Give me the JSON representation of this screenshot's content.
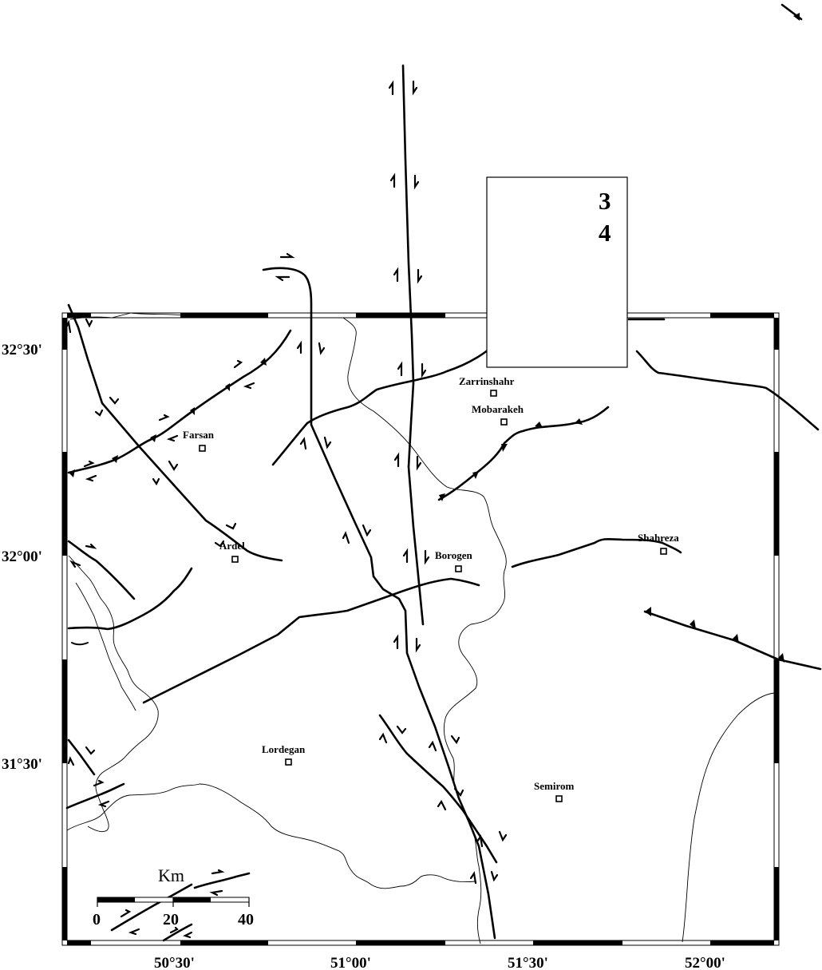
{
  "map": {
    "cities": [
      {
        "id": "zarrinshahr",
        "name": "Zarrinshahr"
      },
      {
        "id": "mobarakeh",
        "name": "Mobarakeh"
      },
      {
        "id": "farsan",
        "name": "Farsan"
      },
      {
        "id": "ardel",
        "name": "Ardel"
      },
      {
        "id": "borogen",
        "name": "Borogen"
      },
      {
        "id": "shahreza",
        "name": "Shahreza"
      },
      {
        "id": "lordegan",
        "name": "Lordegan"
      },
      {
        "id": "semirom",
        "name": "Semirom"
      }
    ],
    "latitude_labels": [
      "32°30'",
      "32°00'",
      "31°30'"
    ],
    "longitude_labels": [
      "50°30'",
      "51°00'",
      "51°30'",
      "52°00'"
    ],
    "inset_box": {
      "lines": [
        "3",
        "4"
      ]
    },
    "scale_bar": {
      "title": "Km",
      "ticks": [
        "0",
        "20",
        "40"
      ]
    }
  }
}
